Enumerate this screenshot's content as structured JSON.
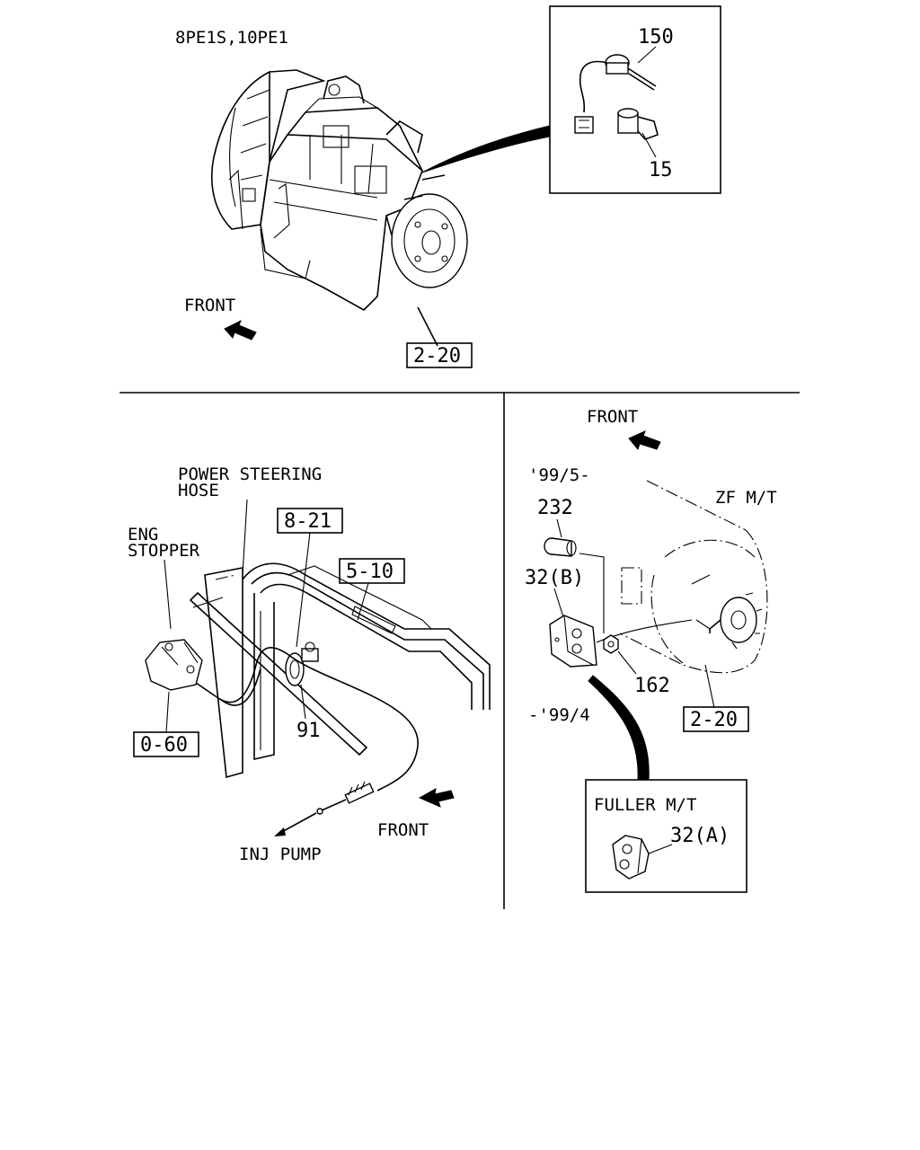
{
  "top_section": {
    "model_label": "8PE1S,10PE1",
    "front_label": "FRONT",
    "ref_box": "2-20",
    "inset": {
      "part_sensor": "150",
      "part_bracket": "15"
    }
  },
  "left_section": {
    "power_steering_line1": "POWER STEERING",
    "power_steering_line2": "HOSE",
    "eng_stopper_line1": "ENG",
    "eng_stopper_line2": "STOPPER",
    "ref_box_821": "8-21",
    "ref_box_510": "5-10",
    "ref_box_060": "0-60",
    "part_91": "91",
    "front_label": "FRONT",
    "inj_pump_label": "INJ PUMP"
  },
  "right_section": {
    "front_label": "FRONT",
    "date_from": "'99/5-",
    "zf_label": "ZF M/T",
    "part_232": "232",
    "part_32b": "32(B)",
    "part_162": "162",
    "date_to": "-'99/4",
    "ref_box": "2-20",
    "fuller_label": "FULLER M/T",
    "part_32a": "32(A)"
  }
}
